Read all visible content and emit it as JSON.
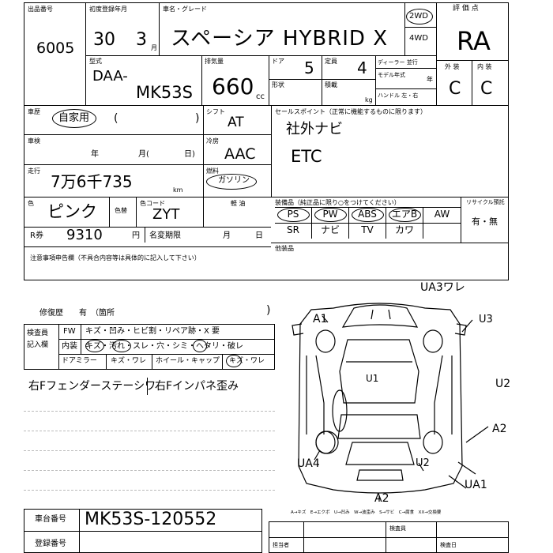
{
  "labels": {
    "lot_no": "出品番号",
    "first_reg": "初度登録年月",
    "name_grade": "車名・グレード",
    "grade_score": "評 価 点",
    "model": "型式",
    "displacement": "排気量",
    "cc": "cc",
    "door": "ドア",
    "capacity": "定員",
    "shape": "形状",
    "load": "積載",
    "kg": "kg",
    "dealer_import": "ディーラー 並行",
    "model_year": "モデル年式",
    "year": "年",
    "handle": "ハンドル 左・右",
    "exterior": "外 装",
    "interior": "内 装",
    "usage": "車歴",
    "shift": "シフト",
    "sales_points": "セールスポイント（正常に機能するものに限ります）",
    "inspection": "車検",
    "ins_year": "年",
    "ins_month": "月(",
    "ins_day": "日)",
    "cooler": "冷房",
    "mileage": "走行",
    "km": "km",
    "fuel": "燃料",
    "color": "色",
    "color_change": "色替",
    "color_code": "色コード",
    "light_oil": "軽 油",
    "equip_header": "装備品（純正品に限り○をつけてください）",
    "recycle_header": "リサイクル預託",
    "recycle_yesno": "有・無",
    "r_ticket": "R券",
    "yen": "円",
    "name_change_deadline": "名変期限",
    "month": "月",
    "day": "日",
    "other_equip": "他装品",
    "notes_header": "注意事項申告欄（不具合内容等は具体的に記入して下さい）",
    "repair_history": "修復歴　　有　（箇所",
    "inspector_label": "検査員",
    "inspector_label2": "記入欄",
    "fw": "FW",
    "fw_text": "キズ・凹み・ヒビ割・リペア跡・X 要",
    "interior_row": "内装",
    "interior_text": "キズ・汚れ・スレ・穴・シミ・ヘタリ・破レ",
    "door_mirror": "ドアミラー",
    "door_mirror_text": "キズ・ワレ",
    "wheel_cap": "ホイール・キャップ",
    "wheel_text": "キズ・ワレ",
    "chassis_no_label": "車台番号",
    "reg_no_label": "登録番号",
    "legend": "A→キズ　E→エクボ　U→凹み　W→波歪み　S→サビ　C→腐食　XX→交換要",
    "staff_label": "担当者",
    "inspector_name_label": "検査員",
    "receipt_label": "検査日"
  },
  "values": {
    "lot_no": "6005",
    "reg_year": "30",
    "reg_month": "3",
    "reg_month_unit": "月",
    "car_name": "スペーシア HYBRID X",
    "drive_2wd": "2WD",
    "drive_4wd": "4WD",
    "score": "RA",
    "model_prefix": "DAA-",
    "model_code": "MK53S",
    "displacement": "660",
    "doors": "5",
    "capacity": "4",
    "exterior_grade": "C",
    "interior_grade": "C",
    "usage": "自家用",
    "usage_paren": "(",
    "usage_paren_close": ")",
    "shift": "AT",
    "sales_point_1": "社外ナビ",
    "sales_point_2": "ETC",
    "cooler": "AAC",
    "mileage": "7万6千735",
    "fuel": "ガソリン",
    "color": "ピンク",
    "color_code": "ZYT",
    "r_ticket": "9310",
    "note_1": "右Fフェンダーステーシワ",
    "note_2": "右Fインパネ歪み",
    "chassis_no": "MK53S-120552"
  },
  "equipment": [
    [
      "PS",
      "PW",
      "ABS",
      "エアB",
      "AW"
    ],
    [
      "SR",
      "ナビ",
      "TV",
      "カワ",
      ""
    ]
  ],
  "diagram_marks": {
    "front_right": "UA3ワレ",
    "a1_tl": "A1",
    "u3": "U3",
    "u1": "U1",
    "u2_side": "U2",
    "a2_side": "A2",
    "ua4": "UA4",
    "u2_rear": "U2",
    "ua1": "UA1",
    "a2_bottom": "A2"
  }
}
